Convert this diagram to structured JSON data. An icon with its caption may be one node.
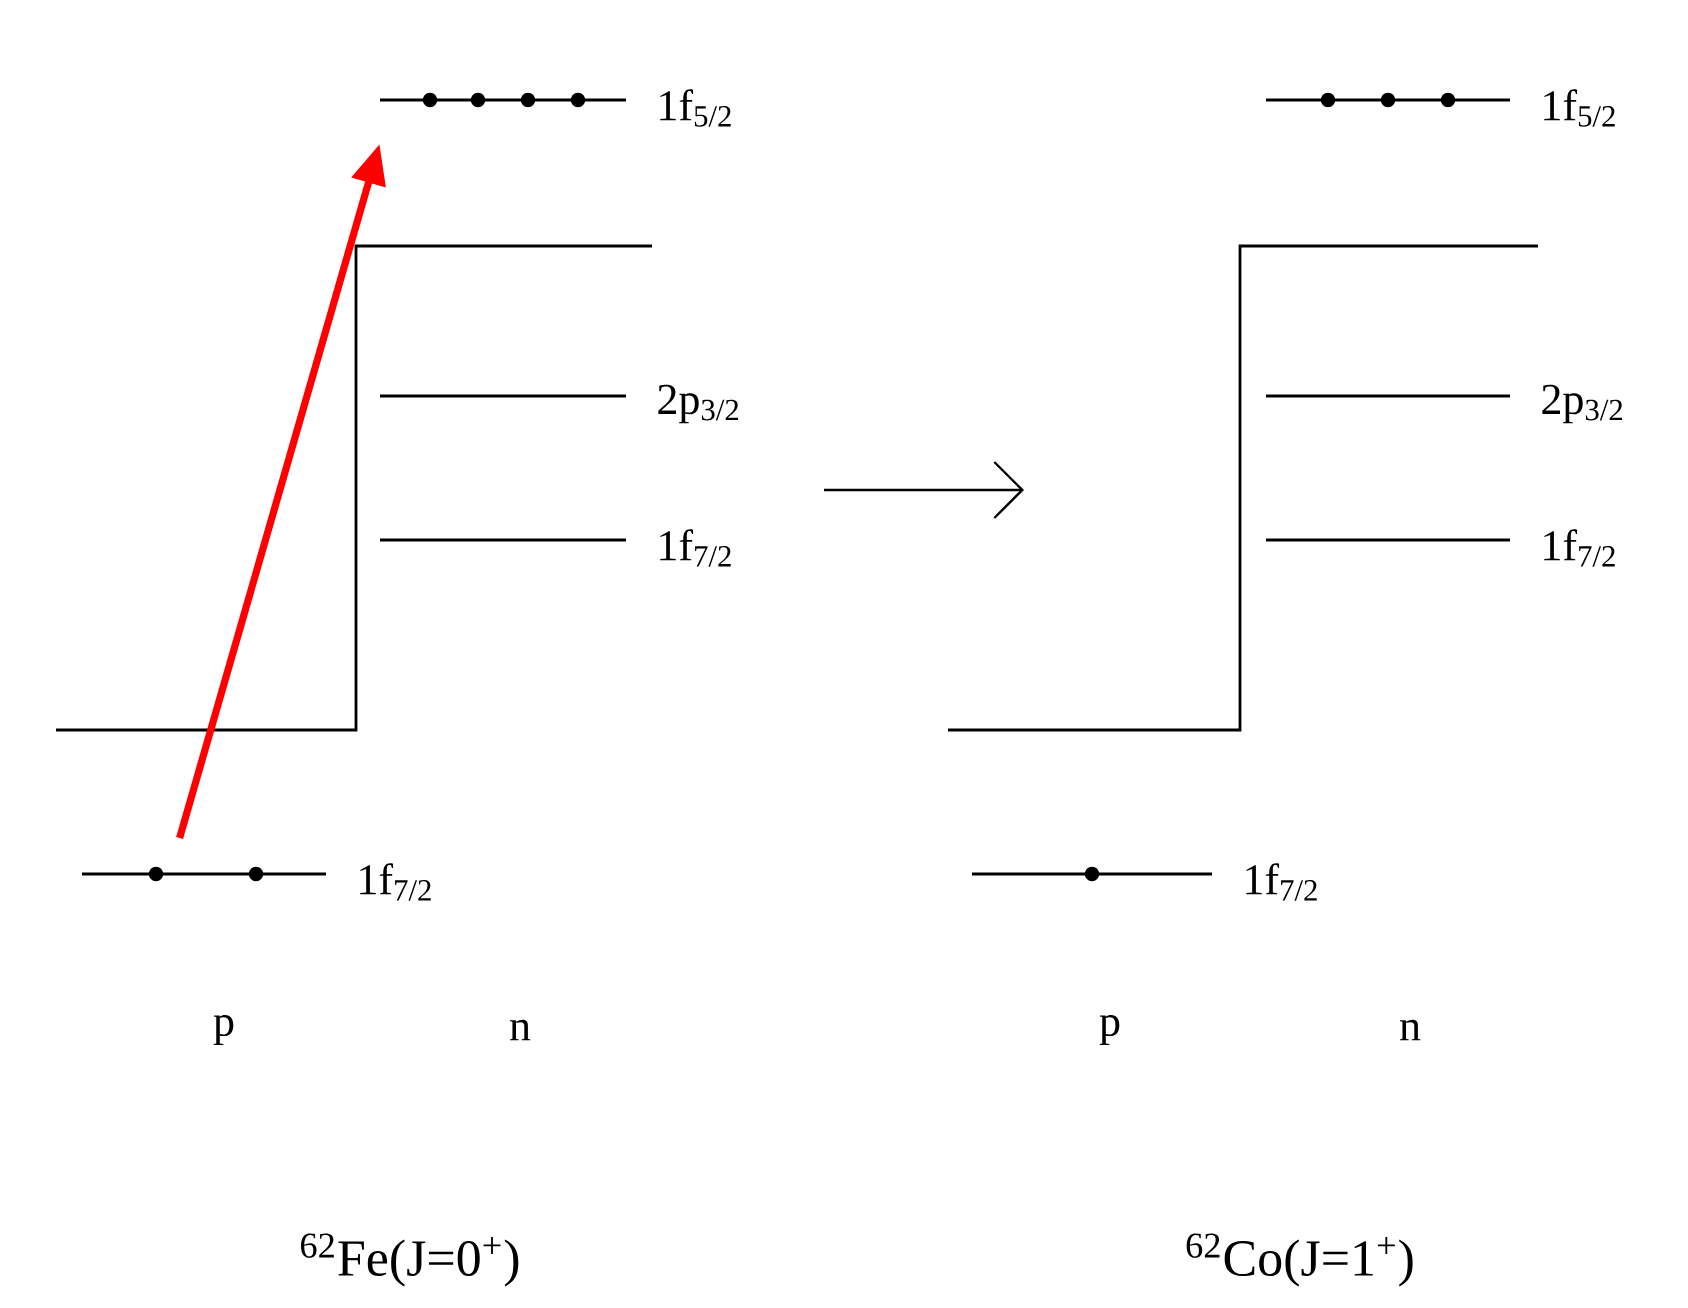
{
  "diagram": {
    "nodes": [
      {
        "text": [],
        "shape": "bar",
        "beside": [
          "1f$_{5/2}$"
        ]
      },
      {
        "text": [],
        "shape": "bar",
        "beside": [
          "1f$_{5/2}$"
        ]
      },
      {
        "text": [],
        "shape": "bar",
        "beside": [
          "2p$_{3/2}$"
        ]
      },
      {
        "text": [],
        "shape": "bar",
        "beside": [
          "2p$_{3/2}$"
        ]
      },
      {
        "text": [],
        "shape": "bar",
        "beside": [
          "1f$_{7/2}$"
        ]
      },
      {
        "text": [],
        "shape": "bar",
        "beside": [
          "1f$_{7/2}$"
        ]
      },
      {
        "text": [],
        "shape": "bar",
        "beside": [
          "1f$_{7/2}$"
        ]
      },
      {
        "text": [],
        "shape": "bar",
        "beside": [
          "1f$_{7/2}$"
        ]
      }
    ],
    "edges": [
      {
        "from": 6,
        "to": 0,
        "arrow": "to",
        "color": "#ff0000"
      }
    ],
    "labels": [
      "p",
      "n",
      "p",
      "n",
      "$^{62}$Fe(J=0$^{+}$)",
      "$^{62}$Co(J=1$^{+}$)"
    ]
  }
}
